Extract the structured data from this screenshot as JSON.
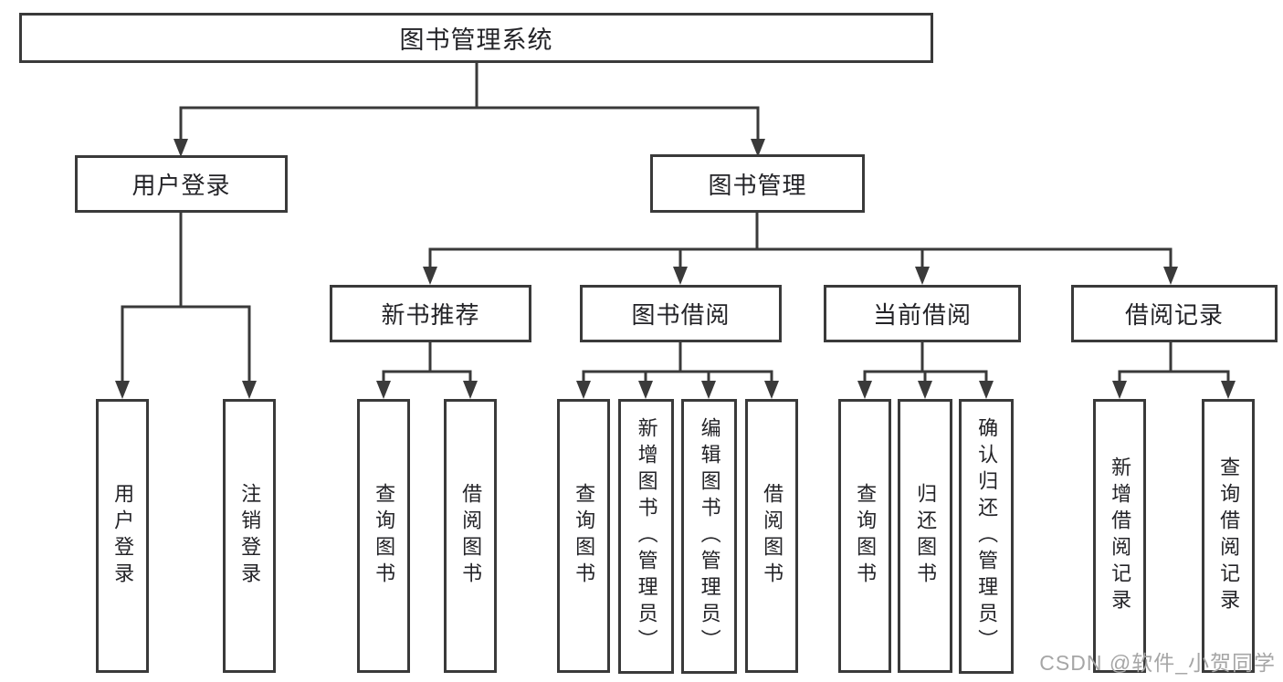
{
  "tree": {
    "root_label": "图书管理系统",
    "branches": [
      {
        "label": "用户登录",
        "leaves": [
          "用户登录",
          "注销登录"
        ]
      },
      {
        "label": "图书管理",
        "groups": [
          {
            "label": "新书推荐",
            "leaves": [
              "查询图书",
              "借阅图书"
            ]
          },
          {
            "label": "图书借阅",
            "leaves": [
              "查询图书",
              "新增图书（管理员）",
              "编辑图书（管理员）",
              "借阅图书"
            ]
          },
          {
            "label": "当前借阅",
            "leaves": [
              "查询图书",
              "归还图书",
              "确认归还（管理员）"
            ]
          },
          {
            "label": "借阅记录",
            "leaves": [
              "新增借阅记录",
              "查询借阅记录"
            ]
          }
        ]
      }
    ]
  },
  "watermark": "CSDN @软件_小贺同学",
  "colors": {
    "line": "#3a3a3a",
    "box_border": "#3a3a3a",
    "box_background": "#ffffff",
    "text": "#232327",
    "watermark": "#a6a6a6",
    "page_background": "#ffffff"
  }
}
